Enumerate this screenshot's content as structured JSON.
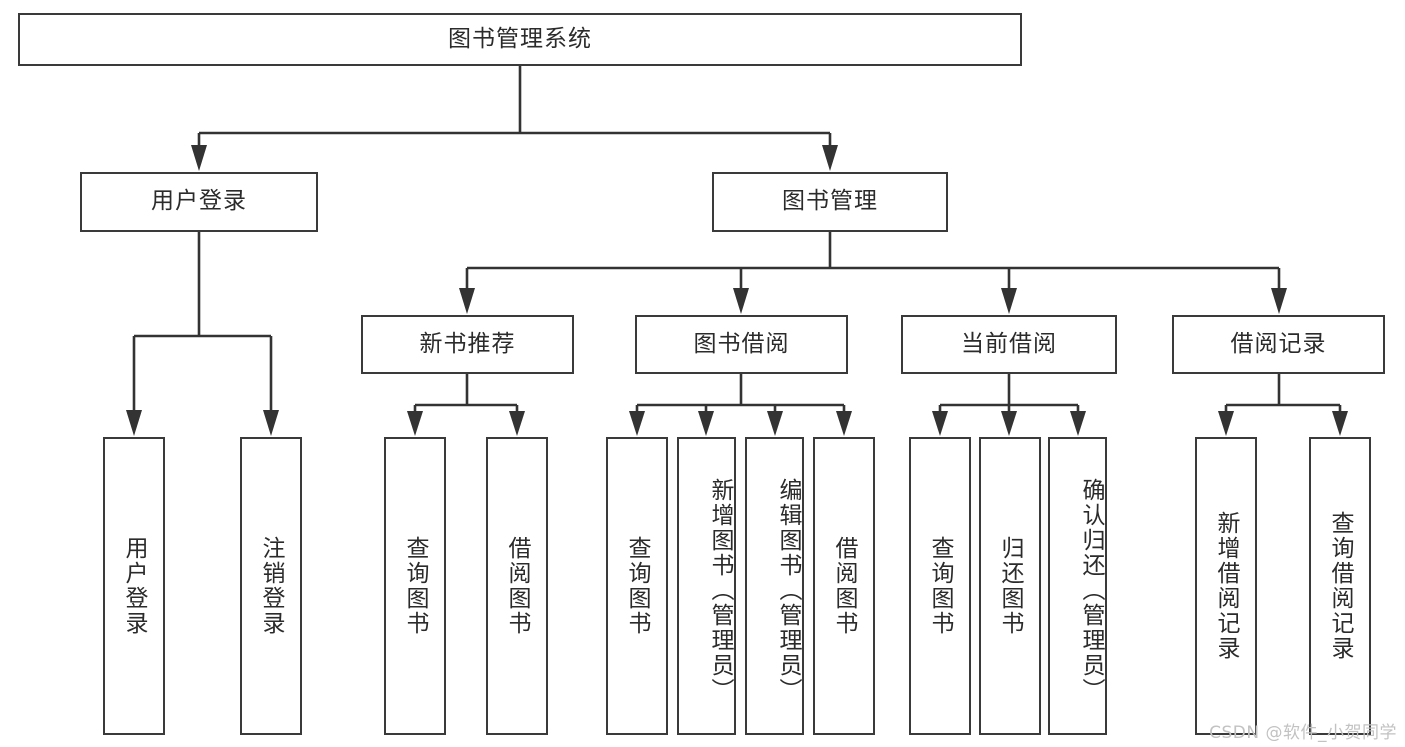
{
  "diagram": {
    "title_node": {
      "label": "图书管理系统"
    },
    "level1": [
      {
        "label": "用户登录"
      },
      {
        "label": "图书管理"
      }
    ],
    "level2": [
      {
        "label": "新书推荐"
      },
      {
        "label": "图书借阅"
      },
      {
        "label": "当前借阅"
      },
      {
        "label": "借阅记录"
      }
    ],
    "leaves": [
      {
        "label": "用户登录"
      },
      {
        "label": "注销登录"
      },
      {
        "label": "查询图书"
      },
      {
        "label": "借阅图书"
      },
      {
        "label": "查询图书"
      },
      {
        "label": "新增图书（管理员）"
      },
      {
        "label": "编辑图书（管理员）"
      },
      {
        "label": "借阅图书"
      },
      {
        "label": "查询图书"
      },
      {
        "label": "归还图书"
      },
      {
        "label": "确认归还（管理员）"
      },
      {
        "label": "新增借阅记录"
      },
      {
        "label": "查询借阅记录"
      }
    ]
  },
  "watermark": {
    "text": "CSDN @软件_小贺同学"
  },
  "colors": {
    "box_border": "#3a3a3a",
    "line": "#333333",
    "text": "#2b2b2b",
    "background": "#ffffff",
    "watermark": "#c2c2c2"
  }
}
